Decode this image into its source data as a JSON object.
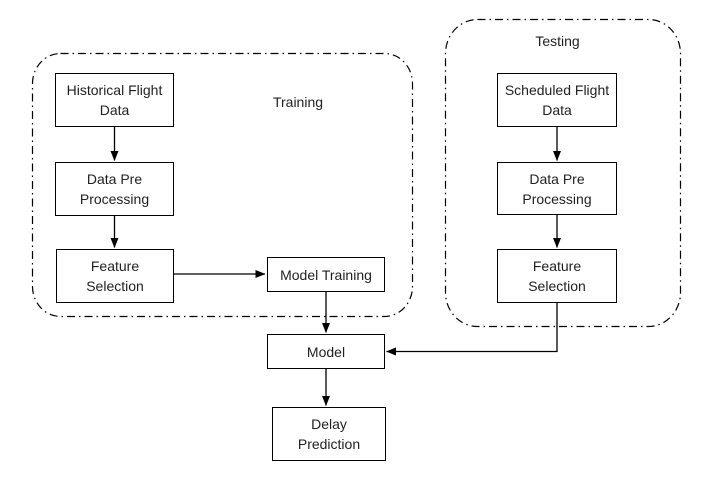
{
  "diagram": {
    "groups": {
      "training": {
        "label": "Training"
      },
      "testing": {
        "label": "Testing"
      }
    },
    "nodes": {
      "historical_flight_data": {
        "label": "Historical Flight\nData"
      },
      "training_data_pre_processing": {
        "label": "Data Pre\nProcessing"
      },
      "training_feature_selection": {
        "label": "Feature\nSelection"
      },
      "scheduled_flight_data": {
        "label": "Scheduled Flight\nData"
      },
      "testing_data_pre_processing": {
        "label": "Data Pre\nProcessing"
      },
      "testing_feature_selection": {
        "label": "Feature\nSelection"
      },
      "model_training": {
        "label": "Model Training"
      },
      "model": {
        "label": "Model"
      },
      "delay_prediction": {
        "label": "Delay\nPrediction"
      }
    },
    "edges": [
      {
        "from": "historical_flight_data",
        "to": "training_data_pre_processing"
      },
      {
        "from": "training_data_pre_processing",
        "to": "training_feature_selection"
      },
      {
        "from": "training_feature_selection",
        "to": "model_training"
      },
      {
        "from": "model_training",
        "to": "model"
      },
      {
        "from": "scheduled_flight_data",
        "to": "testing_data_pre_processing"
      },
      {
        "from": "testing_data_pre_processing",
        "to": "testing_feature_selection"
      },
      {
        "from": "testing_feature_selection",
        "to": "model"
      },
      {
        "from": "model",
        "to": "delay_prediction"
      }
    ]
  },
  "colors": {
    "stroke": "#000000",
    "node_fill": "#ffffff",
    "text": "#1f1f1f",
    "background": "#ffffff"
  }
}
